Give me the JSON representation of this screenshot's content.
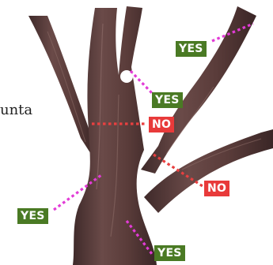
{
  "side_text": "unta",
  "colors": {
    "yes_tag": "#4a7a24",
    "no_tag": "#e83a3a",
    "yes_line": "#e23bd6",
    "no_line": "#e84040",
    "bark": "#5a3c3a"
  },
  "labels": [
    {
      "id": "yes_top_right",
      "text": "YES",
      "kind": "yes"
    },
    {
      "id": "yes_notch",
      "text": "YES",
      "kind": "yes"
    },
    {
      "id": "no_trunk",
      "text": "NO",
      "kind": "no"
    },
    {
      "id": "no_right_branch",
      "text": "NO",
      "kind": "no"
    },
    {
      "id": "yes_lower_left",
      "text": "YES",
      "kind": "yes"
    },
    {
      "id": "yes_bottom",
      "text": "YES",
      "kind": "yes"
    }
  ]
}
